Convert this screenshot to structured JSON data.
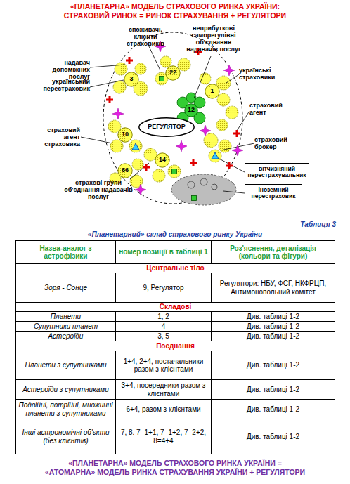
{
  "diagram": {
    "title": "«ПЛАНЕТАРНА» МОДЕЛЬ СТРАХОВОГО РИНКА УКРАЇНИ: СТРАХОВИЙ РИНОК = РИНОК СТРАХУВАННЯ + РЕГУЛЯТОРИ",
    "caption": "«ПЛАНЕТАРНА» МОДЕЛЬ СТРАХОВОГО РИНКА УКРАЇНИ = «АТОМАРНА» МОДЕЛЬ РИНКА СТРАХУВАННЯ УКРАЇНИ + РЕГУЛЯТОРИ",
    "nodes": [
      {
        "text": [
          "22"
        ]
      },
      {
        "text": [
          "3"
        ]
      },
      {
        "text": [
          "1"
        ]
      },
      {
        "text": [
          "12"
        ]
      },
      {
        "text": [
          "РЕГУЛЯТОР"
        ]
      },
      {
        "text": [
          "10"
        ]
      },
      {
        "text": [
          "14"
        ]
      },
      {
        "text": [
          "вітчизняний перестрахувальник"
        ]
      },
      {
        "text": [
          "66"
        ]
      },
      {
        "text": [
          "іноземний перестраховик"
        ]
      }
    ],
    "labels": [
      "надавач допоміжних послуг",
      "споживачі, клієнти страховиків",
      "неприбуткові саморегулівні об'єднання надавачів послуг",
      "українські страховики",
      "український перестраховик",
      "страховий агент",
      "страховий брокер",
      "страховий агент страховика",
      "страхові групи об'єднання надавачів послуг",
      "Таблиця 3",
      "«Планетарний» склад страхового ринку України",
      "Назва-аналог з астрофізики",
      "номер позиції в таблиці 1",
      "Роз'яснення, деталізація (кольори та фігури)",
      "Центральне тіло",
      "Зоря - Сонце",
      "9, Регулятор",
      "Регулятори: НБУ, ФСГ, НКФРЦП, Антимонопольний комітет",
      "Складові",
      "Планети",
      "1, 2",
      "Див. таблиці 1-2",
      "Супутники планет",
      "4",
      "Див. таблиці 1-2",
      "Астероїди",
      "3, 5",
      "Див. таблиці 1-2",
      "Поєднання",
      "Планети з супутниками",
      "1+4, 2+4, постачальники разом з клієнтами",
      "Див. таблиці 1-2",
      "Астероїди з супутниками",
      "3+4, посередники разом з клієнтами",
      "Див. таблиці 1-2",
      "Подвійні, потрійні, множинні планети з супутниками",
      "6+4, разом з клієнтами",
      "Див. таблиці 1-2",
      "Інші астрономічні об'єкти (без клієнтів)",
      "7, 8. 7=1+1, 7=1+2, 7=2+2, 8=4+4",
      "Див. таблиці 1-2"
    ]
  }
}
